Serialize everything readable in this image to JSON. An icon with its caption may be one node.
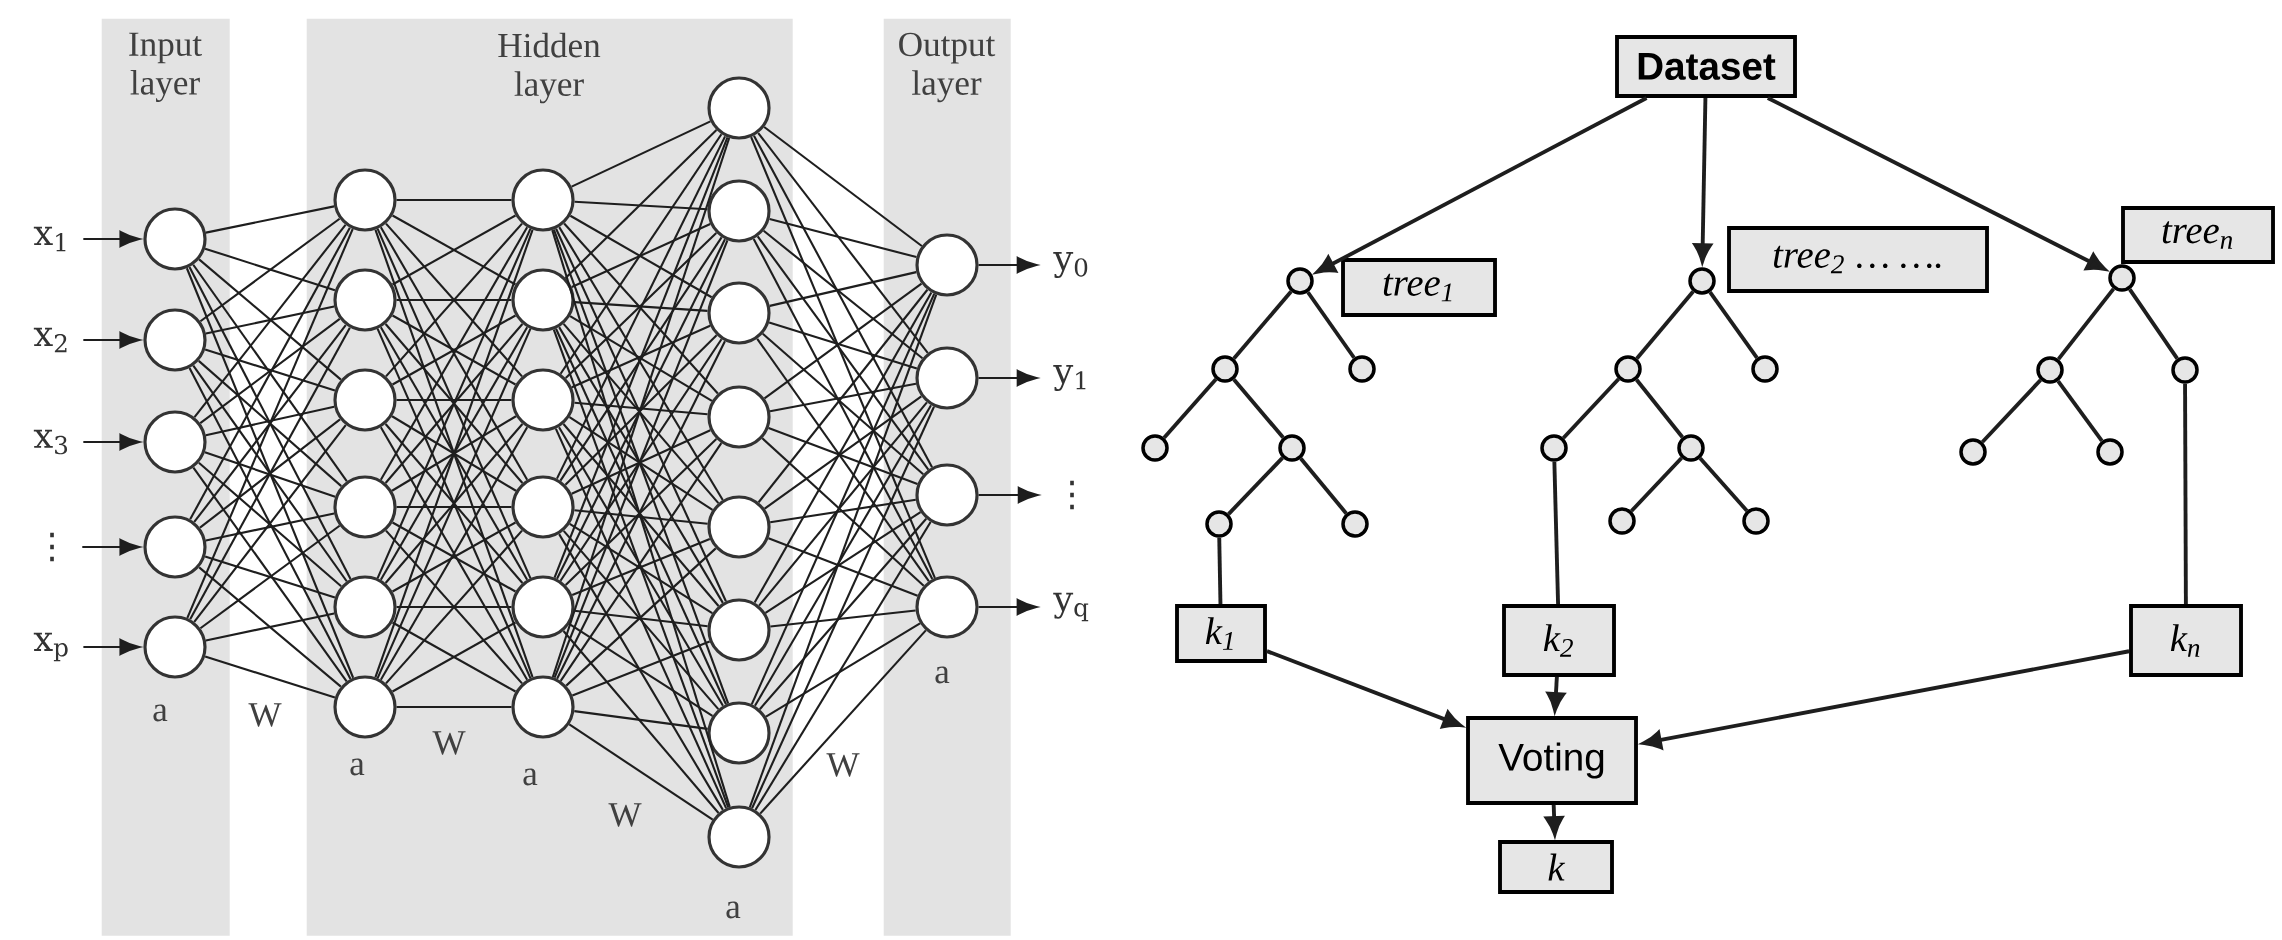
{
  "diagram": {
    "nodes": [
      {
        "text": [
          "Input layer"
        ]
      },
      {
        "text": [
          "Hidden layer"
        ]
      },
      {
        "text": [
          "Output layer"
        ]
      },
      {
        "text": [],
        "shape": "circle",
        "in": 0
      },
      {
        "text": [],
        "shape": "circle",
        "in": 0
      },
      {
        "text": [],
        "shape": "circle",
        "in": 0
      },
      {
        "text": [],
        "shape": "circle",
        "in": 0
      },
      {
        "text": [],
        "shape": "circle",
        "in": 0
      },
      {
        "text": [],
        "shape": "circle",
        "in": 1
      },
      {
        "text": [],
        "shape": "circle",
        "in": 1
      },
      {
        "text": [],
        "shape": "circle",
        "in": 1
      },
      {
        "text": [],
        "shape": "circle",
        "in": 1
      },
      {
        "text": [],
        "shape": "circle",
        "in": 1
      },
      {
        "text": [],
        "shape": "circle",
        "in": 1
      },
      {
        "text": [],
        "shape": "circle",
        "in": 1
      },
      {
        "text": [],
        "shape": "circle",
        "in": 1
      },
      {
        "text": [],
        "shape": "circle",
        "in": 1
      },
      {
        "text": [],
        "shape": "circle",
        "in": 1
      },
      {
        "text": [],
        "shape": "circle",
        "in": 1
      },
      {
        "text": [],
        "shape": "circle",
        "in": 1
      },
      {
        "text": [],
        "shape": "circle",
        "in": 1
      },
      {
        "text": [],
        "shape": "circle",
        "in": 1
      },
      {
        "text": [],
        "shape": "circle",
        "in": 1
      },
      {
        "text": [],
        "shape": "circle",
        "in": 1
      },
      {
        "text": [],
        "shape": "circle",
        "in": 1
      },
      {
        "text": [],
        "shape": "circle",
        "in": 1
      },
      {
        "text": [],
        "shape": "circle",
        "in": 1
      },
      {
        "text": [],
        "shape": "circle",
        "in": 1
      },
      {
        "text": [],
        "shape": "circle",
        "in": 2
      },
      {
        "text": [],
        "shape": "circle",
        "in": 2
      },
      {
        "text": [],
        "shape": "circle",
        "in": 2
      },
      {
        "text": [],
        "shape": "circle",
        "in": 2
      },
      {
        "text": [
          "x$_{1}$"
        ]
      },
      {
        "text": [
          "x$_{2}$"
        ]
      },
      {
        "text": [
          "x$_{3}$"
        ]
      },
      {
        "text": [
          "⋮"
        ]
      },
      {
        "text": [
          "x$_{p}$"
        ]
      },
      {
        "text": [
          "y$_{0}$"
        ]
      },
      {
        "text": [
          "y$_{1}$"
        ]
      },
      {
        "text": [
          "⋮"
        ]
      },
      {
        "text": [
          "y$_{q}$"
        ]
      },
      {
        "text": [
          "Dataset"
        ]
      },
      {
        "text": [
          "tree$_{1}$"
        ]
      },
      {
        "text": [
          "tree$_{2}$ … …."
        ]
      },
      {
        "text": [
          "tree$_{n}$"
        ]
      },
      {
        "text": [],
        "shape": "circle"
      },
      {
        "text": [],
        "shape": "circle"
      },
      {
        "text": [],
        "shape": "circle"
      },
      {
        "text": [],
        "shape": "circle"
      },
      {
        "text": [],
        "shape": "circle"
      },
      {
        "text": [],
        "shape": "circle"
      },
      {
        "text": [],
        "shape": "circle"
      },
      {
        "text": [],
        "shape": "circle"
      },
      {
        "text": [],
        "shape": "circle"
      },
      {
        "text": [],
        "shape": "circle"
      },
      {
        "text": [],
        "shape": "circle"
      },
      {
        "text": [],
        "shape": "circle"
      },
      {
        "text": [],
        "shape": "circle"
      },
      {
        "text": [],
        "shape": "circle"
      },
      {
        "text": [],
        "shape": "circle"
      },
      {
        "text": [],
        "shape": "circle"
      },
      {
        "text": [],
        "shape": "circle"
      },
      {
        "text": [],
        "shape": "circle"
      },
      {
        "text": [],
        "shape": "circle"
      },
      {
        "text": [
          "k$_{1}$"
        ]
      },
      {
        "text": [
          "k$_{2}$"
        ]
      },
      {
        "text": [
          "k$_{n}$"
        ]
      },
      {
        "text": [
          "Voting"
        ]
      },
      {
        "text": [
          "k"
        ]
      }
    ],
    "edges": [
      {
        "from": 3,
        "to": 8,
        "arrow": "none"
      },
      {
        "from": 3,
        "to": 9,
        "arrow": "none"
      },
      {
        "from": 3,
        "to": 10,
        "arrow": "none"
      },
      {
        "from": 3,
        "to": 11,
        "arrow": "none"
      },
      {
        "from": 3,
        "to": 12,
        "arrow": "none"
      },
      {
        "from": 3,
        "to": 13,
        "arrow": "none"
      },
      {
        "from": 4,
        "to": 8,
        "arrow": "none"
      },
      {
        "from": 4,
        "to": 9,
        "arrow": "none"
      },
      {
        "from": 4,
        "to": 10,
        "arrow": "none"
      },
      {
        "from": 4,
        "to": 11,
        "arrow": "none"
      },
      {
        "from": 4,
        "to": 12,
        "arrow": "none"
      },
      {
        "from": 4,
        "to": 13,
        "arrow": "none"
      },
      {
        "from": 5,
        "to": 8,
        "arrow": "none"
      },
      {
        "from": 5,
        "to": 9,
        "arrow": "none"
      },
      {
        "from": 5,
        "to": 10,
        "arrow": "none"
      },
      {
        "from": 5,
        "to": 11,
        "arrow": "none"
      },
      {
        "from": 5,
        "to": 12,
        "arrow": "none"
      },
      {
        "from": 5,
        "to": 13,
        "arrow": "none"
      },
      {
        "from": 6,
        "to": 8,
        "arrow": "none"
      },
      {
        "from": 6,
        "to": 9,
        "arrow": "none"
      },
      {
        "from": 6,
        "to": 10,
        "arrow": "none"
      },
      {
        "from": 6,
        "to": 11,
        "arrow": "none"
      },
      {
        "from": 6,
        "to": 12,
        "arrow": "none"
      },
      {
        "from": 6,
        "to": 13,
        "arrow": "none"
      },
      {
        "from": 7,
        "to": 8,
        "arrow": "none"
      },
      {
        "from": 7,
        "to": 9,
        "arrow": "none"
      },
      {
        "from": 7,
        "to": 10,
        "arrow": "none"
      },
      {
        "from": 7,
        "to": 11,
        "arrow": "none"
      },
      {
        "from": 7,
        "to": 12,
        "arrow": "none"
      },
      {
        "from": 7,
        "to": 13,
        "arrow": "none"
      },
      {
        "from": 8,
        "to": 14,
        "arrow": "none"
      },
      {
        "from": 8,
        "to": 15,
        "arrow": "none"
      },
      {
        "from": 8,
        "to": 16,
        "arrow": "none"
      },
      {
        "from": 8,
        "to": 17,
        "arrow": "none"
      },
      {
        "from": 8,
        "to": 18,
        "arrow": "none"
      },
      {
        "from": 8,
        "to": 19,
        "arrow": "none"
      },
      {
        "from": 9,
        "to": 14,
        "arrow": "none"
      },
      {
        "from": 9,
        "to": 15,
        "arrow": "none"
      },
      {
        "from": 9,
        "to": 16,
        "arrow": "none"
      },
      {
        "from": 9,
        "to": 17,
        "arrow": "none"
      },
      {
        "from": 9,
        "to": 18,
        "arrow": "none"
      },
      {
        "from": 9,
        "to": 19,
        "arrow": "none"
      },
      {
        "from": 10,
        "to": 14,
        "arrow": "none"
      },
      {
        "from": 10,
        "to": 15,
        "arrow": "none"
      },
      {
        "from": 10,
        "to": 16,
        "arrow": "none"
      },
      {
        "from": 10,
        "to": 17,
        "arrow": "none"
      },
      {
        "from": 10,
        "to": 18,
        "arrow": "none"
      },
      {
        "from": 10,
        "to": 19,
        "arrow": "none"
      },
      {
        "from": 11,
        "to": 14,
        "arrow": "none"
      },
      {
        "from": 11,
        "to": 15,
        "arrow": "none"
      },
      {
        "from": 11,
        "to": 16,
        "arrow": "none"
      },
      {
        "from": 11,
        "to": 17,
        "arrow": "none"
      },
      {
        "from": 11,
        "to": 18,
        "arrow": "none"
      },
      {
        "from": 11,
        "to": 19,
        "arrow": "none"
      },
      {
        "from": 12,
        "to": 14,
        "arrow": "none"
      },
      {
        "from": 12,
        "to": 15,
        "arrow": "none"
      },
      {
        "from": 12,
        "to": 16,
        "arrow": "none"
      },
      {
        "from": 12,
        "to": 17,
        "arrow": "none"
      },
      {
        "from": 12,
        "to": 18,
        "arrow": "none"
      },
      {
        "from": 12,
        "to": 19,
        "arrow": "none"
      },
      {
        "from": 13,
        "to": 14,
        "arrow": "none"
      },
      {
        "from": 13,
        "to": 15,
        "arrow": "none"
      },
      {
        "from": 13,
        "to": 16,
        "arrow": "none"
      },
      {
        "from": 13,
        "to": 17,
        "arrow": "none"
      },
      {
        "from": 13,
        "to": 18,
        "arrow": "none"
      },
      {
        "from": 13,
        "to": 19,
        "arrow": "none"
      },
      {
        "from": 14,
        "to": 20,
        "arrow": "none"
      },
      {
        "from": 14,
        "to": 21,
        "arrow": "none"
      },
      {
        "from": 14,
        "to": 22,
        "arrow": "none"
      },
      {
        "from": 14,
        "to": 23,
        "arrow": "none"
      },
      {
        "from": 14,
        "to": 24,
        "arrow": "none"
      },
      {
        "from": 14,
        "to": 25,
        "arrow": "none"
      },
      {
        "from": 14,
        "to": 26,
        "arrow": "none"
      },
      {
        "from": 14,
        "to": 27,
        "arrow": "none"
      },
      {
        "from": 15,
        "to": 20,
        "arrow": "none"
      },
      {
        "from": 15,
        "to": 21,
        "arrow": "none"
      },
      {
        "from": 15,
        "to": 22,
        "arrow": "none"
      },
      {
        "from": 15,
        "to": 23,
        "arrow": "none"
      },
      {
        "from": 15,
        "to": 24,
        "arrow": "none"
      },
      {
        "from": 15,
        "to": 25,
        "arrow": "none"
      },
      {
        "from": 15,
        "to": 26,
        "arrow": "none"
      },
      {
        "from": 15,
        "to": 27,
        "arrow": "none"
      },
      {
        "from": 16,
        "to": 20,
        "arrow": "none"
      },
      {
        "from": 16,
        "to": 21,
        "arrow": "none"
      },
      {
        "from": 16,
        "to": 22,
        "arrow": "none"
      },
      {
        "from": 16,
        "to": 23,
        "arrow": "none"
      },
      {
        "from": 16,
        "to": 24,
        "arrow": "none"
      },
      {
        "from": 16,
        "to": 25,
        "arrow": "none"
      },
      {
        "from": 16,
        "to": 26,
        "arrow": "none"
      },
      {
        "from": 16,
        "to": 27,
        "arrow": "none"
      },
      {
        "from": 17,
        "to": 20,
        "arrow": "none"
      },
      {
        "from": 17,
        "to": 21,
        "arrow": "none"
      },
      {
        "from": 17,
        "to": 22,
        "arrow": "none"
      },
      {
        "from": 17,
        "to": 23,
        "arrow": "none"
      },
      {
        "from": 17,
        "to": 24,
        "arrow": "none"
      },
      {
        "from": 17,
        "to": 25,
        "arrow": "none"
      },
      {
        "from": 17,
        "to": 26,
        "arrow": "none"
      },
      {
        "from": 17,
        "to": 27,
        "arrow": "none"
      },
      {
        "from": 18,
        "to": 20,
        "arrow": "none"
      },
      {
        "from": 18,
        "to": 21,
        "arrow": "none"
      },
      {
        "from": 18,
        "to": 22,
        "arrow": "none"
      },
      {
        "from": 18,
        "to": 23,
        "arrow": "none"
      },
      {
        "from": 18,
        "to": 24,
        "arrow": "none"
      },
      {
        "from": 18,
        "to": 25,
        "arrow": "none"
      },
      {
        "from": 18,
        "to": 26,
        "arrow": "none"
      },
      {
        "from": 18,
        "to": 27,
        "arrow": "none"
      },
      {
        "from": 19,
        "to": 20,
        "arrow": "none"
      },
      {
        "from": 19,
        "to": 21,
        "arrow": "none"
      },
      {
        "from": 19,
        "to": 22,
        "arrow": "none"
      },
      {
        "from": 19,
        "to": 23,
        "arrow": "none"
      },
      {
        "from": 19,
        "to": 24,
        "arrow": "none"
      },
      {
        "from": 19,
        "to": 25,
        "arrow": "none"
      },
      {
        "from": 19,
        "to": 26,
        "arrow": "none"
      },
      {
        "from": 19,
        "to": 27,
        "arrow": "none"
      },
      {
        "from": 20,
        "to": 28,
        "arrow": "none"
      },
      {
        "from": 20,
        "to": 29,
        "arrow": "none"
      },
      {
        "from": 20,
        "to": 30,
        "arrow": "none"
      },
      {
        "from": 20,
        "to": 31,
        "arrow": "none"
      },
      {
        "from": 21,
        "to": 28,
        "arrow": "none"
      },
      {
        "from": 21,
        "to": 29,
        "arrow": "none"
      },
      {
        "from": 21,
        "to": 30,
        "arrow": "none"
      },
      {
        "from": 21,
        "to": 31,
        "arrow": "none"
      },
      {
        "from": 22,
        "to": 28,
        "arrow": "none"
      },
      {
        "from": 22,
        "to": 29,
        "arrow": "none"
      },
      {
        "from": 22,
        "to": 30,
        "arrow": "none"
      },
      {
        "from": 22,
        "to": 31,
        "arrow": "none"
      },
      {
        "from": 23,
        "to": 28,
        "arrow": "none"
      },
      {
        "from": 23,
        "to": 29,
        "arrow": "none"
      },
      {
        "from": 23,
        "to": 30,
        "arrow": "none"
      },
      {
        "from": 23,
        "to": 31,
        "arrow": "none"
      },
      {
        "from": 24,
        "to": 28,
        "arrow": "none"
      },
      {
        "from": 24,
        "to": 29,
        "arrow": "none"
      },
      {
        "from": 24,
        "to": 30,
        "arrow": "none"
      },
      {
        "from": 24,
        "to": 31,
        "arrow": "none"
      },
      {
        "from": 25,
        "to": 28,
        "arrow": "none"
      },
      {
        "from": 25,
        "to": 29,
        "arrow": "none"
      },
      {
        "from": 25,
        "to": 30,
        "arrow": "none"
      },
      {
        "from": 25,
        "to": 31,
        "arrow": "none"
      },
      {
        "from": 26,
        "to": 28,
        "arrow": "none"
      },
      {
        "from": 26,
        "to": 29,
        "arrow": "none"
      },
      {
        "from": 26,
        "to": 30,
        "arrow": "none"
      },
      {
        "from": 26,
        "to": 31,
        "arrow": "none"
      },
      {
        "from": 27,
        "to": 28,
        "arrow": "none"
      },
      {
        "from": 27,
        "to": 29,
        "arrow": "none"
      },
      {
        "from": 27,
        "to": 30,
        "arrow": "none"
      },
      {
        "from": 27,
        "to": 31,
        "arrow": "none"
      },
      {
        "from": 32,
        "to": 3,
        "arrow": "to"
      },
      {
        "from": 33,
        "to": 4,
        "arrow": "to"
      },
      {
        "from": 34,
        "to": 5,
        "arrow": "to"
      },
      {
        "from": 35,
        "to": 6,
        "arrow": "to"
      },
      {
        "from": 36,
        "to": 7,
        "arrow": "to"
      },
      {
        "from": 28,
        "to": 37,
        "arrow": "to"
      },
      {
        "from": 29,
        "to": 38,
        "arrow": "to"
      },
      {
        "from": 30,
        "to": 39,
        "arrow": "to"
      },
      {
        "from": 31,
        "to": 40,
        "arrow": "to"
      },
      {
        "from": 41,
        "to": 45,
        "arrow": "to"
      },
      {
        "from": 41,
        "to": 52,
        "arrow": "to"
      },
      {
        "from": 41,
        "to": 59,
        "arrow": "to"
      },
      {
        "from": 45,
        "to": 46,
        "arrow": "none"
      },
      {
        "from": 45,
        "to": 47,
        "arrow": "none"
      },
      {
        "from": 46,
        "to": 48,
        "arrow": "none"
      },
      {
        "from": 46,
        "to": 49,
        "arrow": "none"
      },
      {
        "from": 49,
        "to": 50,
        "arrow": "none"
      },
      {
        "from": 49,
        "to": 51,
        "arrow": "none"
      },
      {
        "from": 52,
        "to": 53,
        "arrow": "none"
      },
      {
        "from": 52,
        "to": 54,
        "arrow": "none"
      },
      {
        "from": 53,
        "to": 55,
        "arrow": "none"
      },
      {
        "from": 53,
        "to": 56,
        "arrow": "none"
      },
      {
        "from": 56,
        "to": 57,
        "arrow": "none"
      },
      {
        "from": 56,
        "to": 58,
        "arrow": "none"
      },
      {
        "from": 59,
        "to": 60,
        "arrow": "none"
      },
      {
        "from": 59,
        "to": 61,
        "arrow": "none"
      },
      {
        "from": 60,
        "to": 62,
        "arrow": "none"
      },
      {
        "from": 60,
        "to": 63,
        "arrow": "none"
      },
      {
        "from": 50,
        "to": 64,
        "arrow": "none"
      },
      {
        "from": 55,
        "to": 65,
        "arrow": "none"
      },
      {
        "from": 61,
        "to": 66,
        "arrow": "none"
      },
      {
        "from": 64,
        "to": 67,
        "arrow": "to"
      },
      {
        "from": 65,
        "to": 67,
        "arrow": "to"
      },
      {
        "from": 66,
        "to": 67,
        "arrow": "to"
      },
      {
        "from": 67,
        "to": 68,
        "arrow": "to"
      }
    ],
    "labels": [
      "a",
      "W",
      "a",
      "W",
      "a",
      "W",
      "a",
      "W",
      "a"
    ]
  }
}
